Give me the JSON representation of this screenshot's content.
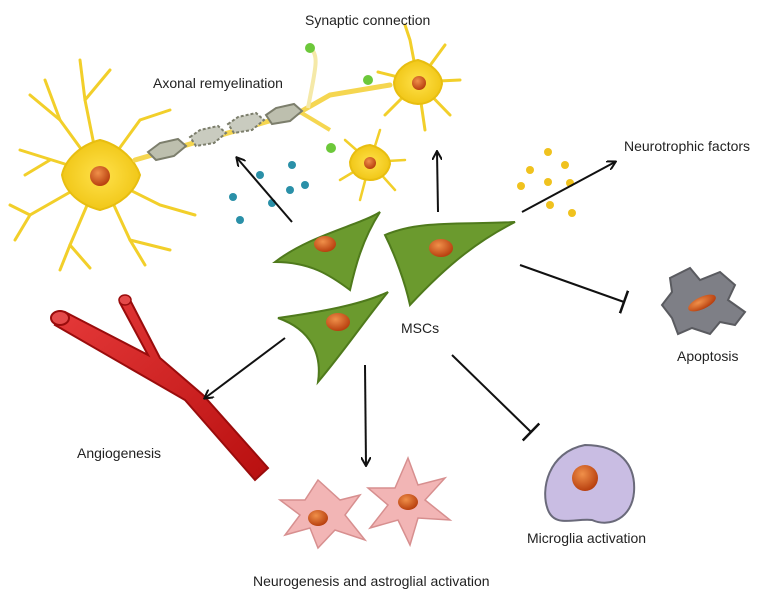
{
  "labels": {
    "synaptic_connection": "Synaptic connection",
    "axonal_remyelination": "Axonal remyelination",
    "neurotrophic_factors": "Neurotrophic factors",
    "mscs": "MSCs",
    "apoptosis": "Apoptosis",
    "angiogenesis": "Angiogenesis",
    "microglia_activation": "Microglia activation",
    "neurogenesis_astroglial": "Neurogenesis and astroglial activation"
  },
  "colors": {
    "neuron_yellow": "#f5d21a",
    "msc_green": "#6b9a2e",
    "nucleus_orange": "#d2561c",
    "vessel_red": "#d31a1a",
    "astro_pink": "#f2b5b5",
    "microglia_purple": "#c9bde3",
    "apoptosis_gray": "#7e7f86",
    "dot_teal": "#2a90a8",
    "dot_gold": "#f0c21e",
    "synapse_green": "#6cc83a"
  }
}
